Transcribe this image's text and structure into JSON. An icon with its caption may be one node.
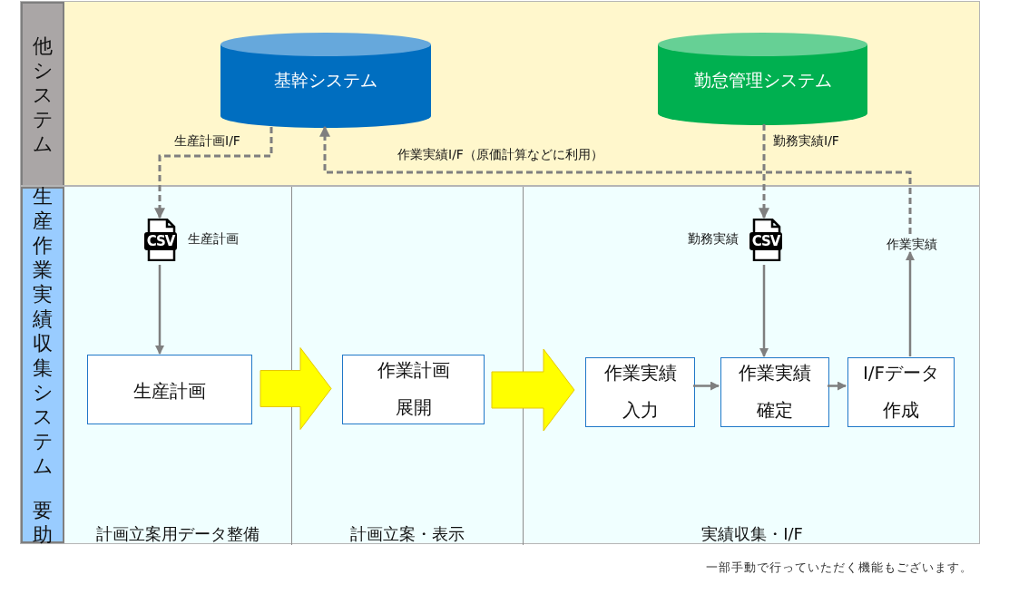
{
  "diagram": {
    "nodes": [
      {
        "text": [
          "他システム"
        ]
      },
      {
        "text": [
          "生産作業実績収集システム",
          "要助"
        ]
      },
      {
        "text": [
          "計画立案用データ整備"
        ],
        "in": 1
      },
      {
        "text": [
          "計画立案・表示"
        ],
        "in": 1
      },
      {
        "text": [
          "実績収集・I/F"
        ],
        "in": 1
      },
      {
        "text": [
          "基幹システム"
        ],
        "in": 0
      },
      {
        "text": [
          "勤怠管理システム"
        ],
        "in": 0
      },
      {
        "text": [
          "CSV"
        ],
        "beside": [
          "生産計画"
        ],
        "in": 2
      },
      {
        "text": [
          "生産計画"
        ],
        "in": 2
      },
      {
        "text": [
          "作業計画",
          "展開"
        ],
        "in": 3
      },
      {
        "text": [
          "CSV"
        ],
        "beside": [
          "勤務実績"
        ],
        "in": 4
      },
      {
        "text": [
          "作業実績"
        ],
        "in": 4
      },
      {
        "text": [
          "作業実績",
          "入力"
        ],
        "in": 4
      },
      {
        "text": [
          "作業実績",
          "確定"
        ],
        "in": 4
      },
      {
        "text": [
          "I/Fデータ",
          "作成"
        ],
        "in": 4
      }
    ],
    "edges": [
      {
        "from": 5,
        "to": 7,
        "arrow": "to",
        "style": "dashed",
        "label": "生産計画I/F"
      },
      {
        "from": 7,
        "to": 8,
        "arrow": "to"
      },
      {
        "from": 8,
        "to": 9,
        "arrow": "to",
        "style": "thick",
        "color": "#ffff00"
      },
      {
        "from": 9,
        "to": 12,
        "arrow": "to",
        "style": "thick",
        "color": "#ffff00"
      },
      {
        "from": 6,
        "to": 10,
        "arrow": "to",
        "style": "dashed",
        "label": "勤務実績I/F"
      },
      {
        "from": 10,
        "to": 13,
        "arrow": "to"
      },
      {
        "from": 12,
        "to": 13,
        "arrow": "to"
      },
      {
        "from": 13,
        "to": 14,
        "arrow": "to"
      },
      {
        "from": 14,
        "to": 11,
        "arrow": "to"
      },
      {
        "from": 11,
        "to": 5,
        "arrow": "to",
        "style": "dashed",
        "label": "作業実績I/F（原価計算などに利用）"
      }
    ],
    "labels": [
      "一部手動で行っていただく機能もございます。"
    ]
  }
}
